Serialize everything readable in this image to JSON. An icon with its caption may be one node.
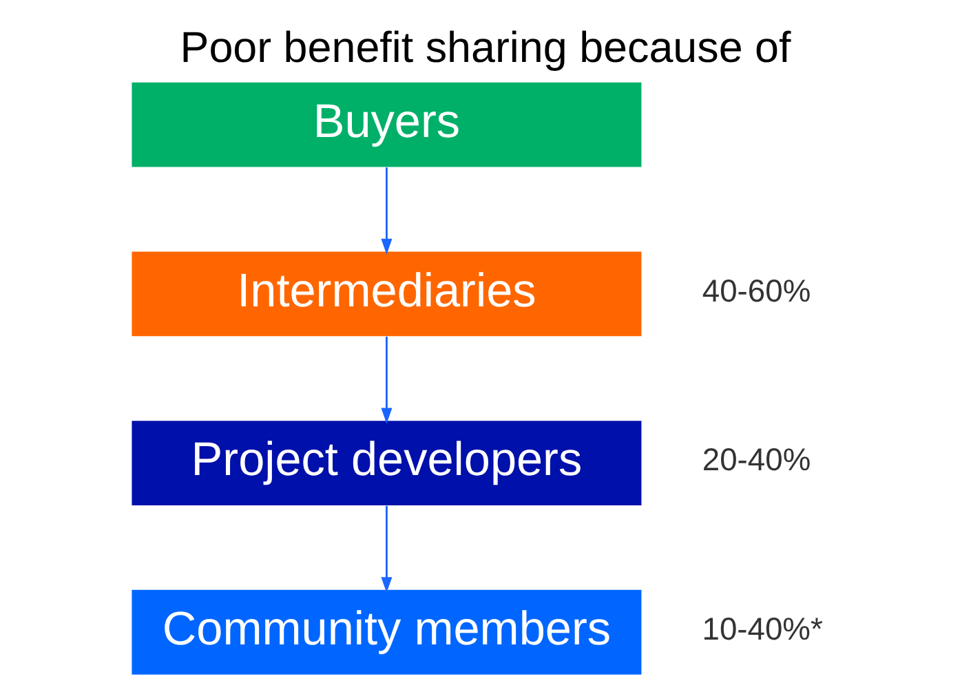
{
  "diagram": {
    "title": "Poor benefit sharing because of",
    "nodes": [
      {
        "text": [
          "Buyers"
        ]
      },
      {
        "text": [
          "Intermediaries"
        ],
        "beside": [
          "40-60%"
        ]
      },
      {
        "text": [
          "Project developers"
        ],
        "beside": [
          "20-40%"
        ]
      },
      {
        "text": [
          "Community members"
        ],
        "beside": [
          "10-40%*"
        ]
      }
    ],
    "edges": [
      {
        "from": 0,
        "to": 1,
        "arrow": "to"
      },
      {
        "from": 1,
        "to": 2,
        "arrow": "to"
      },
      {
        "from": 2,
        "to": 3,
        "arrow": "to"
      }
    ]
  }
}
